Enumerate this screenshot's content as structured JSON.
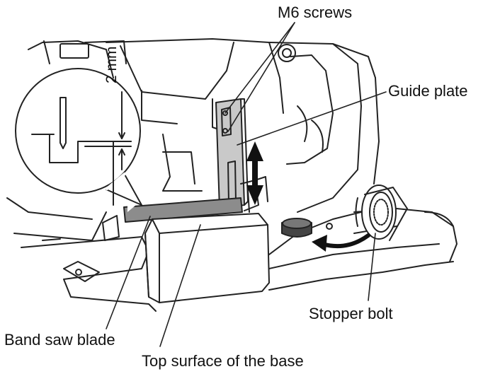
{
  "labels": {
    "m6_screws": "M6 screws",
    "guide_plate": "Guide plate",
    "stopper_bolt": "Stopper bolt",
    "band_saw_blade": "Band saw blade",
    "top_surface": "Top surface of the base",
    "gap": "2 mm"
  }
}
